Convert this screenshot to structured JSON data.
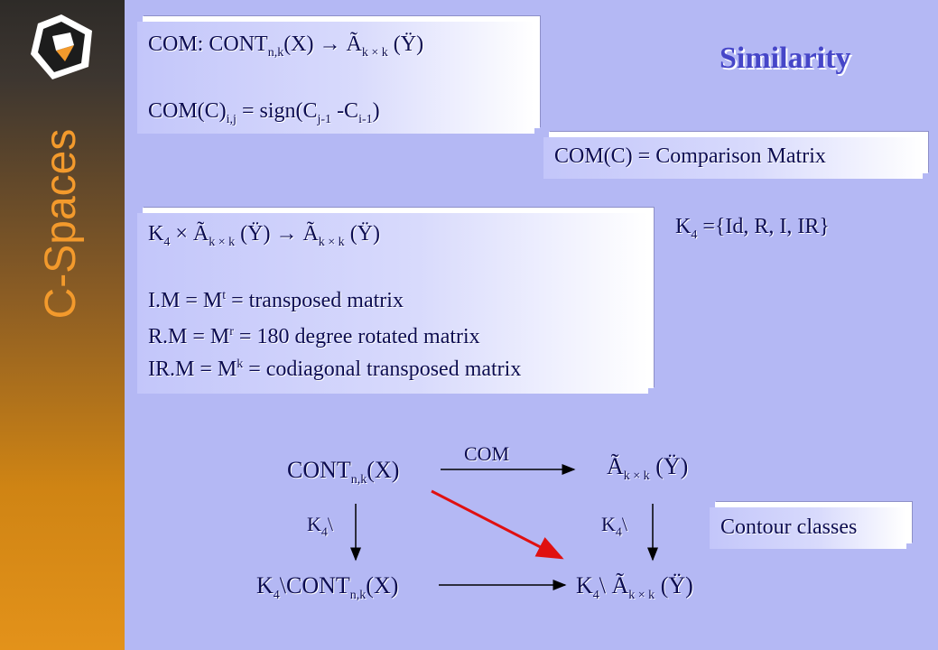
{
  "sidebar": {
    "title": "C-Spaces",
    "logo_icon": "c-spaces-logo"
  },
  "slide_title": "Similarity",
  "box_com": {
    "line1": {
      "a": "COM: CONT",
      "sub1": "n,k",
      "b": "(X)  → Ã",
      "sub2": "k × k",
      "c": " (Ÿ)"
    },
    "line2": {
      "a": "COM(C)",
      "sub1": "i,j",
      "b": " = sign(C",
      "sub2": "j-1",
      "c": " -C",
      "sub3": "i-1",
      "d": ")"
    }
  },
  "box_comparison": "COM(C) = Comparison Matrix",
  "box_k4": {
    "line1": {
      "a": "K",
      "sub1": "4",
      "b": " × Ã",
      "sub2": "k × k",
      "c": " (Ÿ) → Ã",
      "sub3": "k × k",
      "d": " (Ÿ)"
    },
    "line2": {
      "a": "I.M = M",
      "sup": "t",
      "b": " = transposed matrix"
    },
    "line3": {
      "a": "R.M = M",
      "sup": "r",
      "b": " = 180 degree rotated matrix"
    },
    "line4": {
      "a": "IR.M = M",
      "sup": "k",
      "b": " = codiagonal transposed matrix"
    }
  },
  "k4_def": {
    "a": "K",
    "sub": "4",
    "b": " ={Id, R, I, IR}"
  },
  "diagram": {
    "top_left": {
      "a": "CONT",
      "sub": "n,k",
      "b": "(X)"
    },
    "top_right": {
      "a": "Ã",
      "sub": "k × k",
      "b": " (Ÿ)"
    },
    "com_label": "COM",
    "left_label": {
      "a": "K",
      "sub": "4",
      "b": "\\"
    },
    "right_label": {
      "a": "K",
      "sub": "4",
      "b": "\\"
    },
    "bottom_left": {
      "a": "K",
      "sub1": "4",
      "b": "\\CONT",
      "sub2": "n,k",
      "c": "(X)"
    },
    "bottom_right": {
      "a": "K",
      "sub1": "4",
      "b": "\\ Ã",
      "sub2": "k × k",
      "c": " (Ÿ)"
    }
  },
  "box_contour": "Contour classes",
  "colors": {
    "accent_orange": "#f39a2c",
    "title_blue": "#4646c8",
    "text_navy": "#0c0c50",
    "diag_red": "#e01010"
  }
}
